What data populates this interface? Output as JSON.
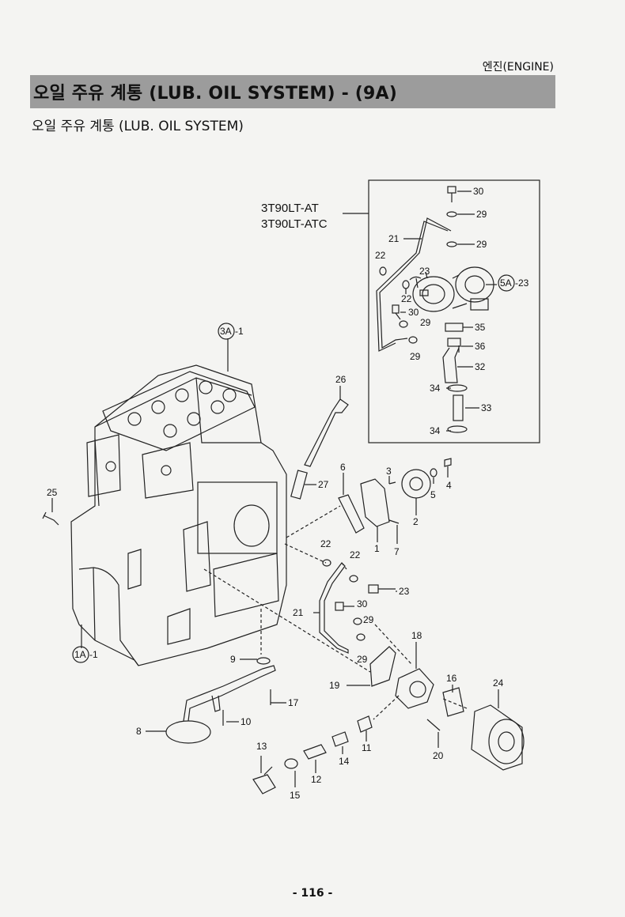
{
  "header": {
    "section_label": "엔진(ENGINE)",
    "title": "오일 주유 계통 (LUB. OIL SYSTEM) - (9A)",
    "subtitle": "오일 주유 계통 (LUB. OIL SYSTEM)"
  },
  "inset": {
    "models": [
      "3T90LT-AT",
      "3T90LT-ATC"
    ],
    "callouts": [
      "30",
      "29",
      "21",
      "29",
      "22",
      "23",
      "22",
      "30",
      "29",
      "29",
      "35",
      "36",
      "32",
      "34",
      "33",
      "34"
    ],
    "ref_label": "5A",
    "ref_suffix": "-23"
  },
  "refs": {
    "engine_top": {
      "label": "3A",
      "suffix": "-1"
    },
    "engine_bottom": {
      "label": "1A",
      "suffix": "-1"
    }
  },
  "callouts": [
    "26",
    "27",
    "25",
    "6",
    "3",
    "5",
    "4",
    "2",
    "1",
    "7",
    "22",
    "22",
    "23",
    "21",
    "30",
    "29",
    "29",
    "18",
    "16",
    "24",
    "9",
    "19",
    "17",
    "10",
    "8",
    "13",
    "15",
    "12",
    "14",
    "11",
    "20"
  ],
  "footer": {
    "page": "- 116 -"
  }
}
